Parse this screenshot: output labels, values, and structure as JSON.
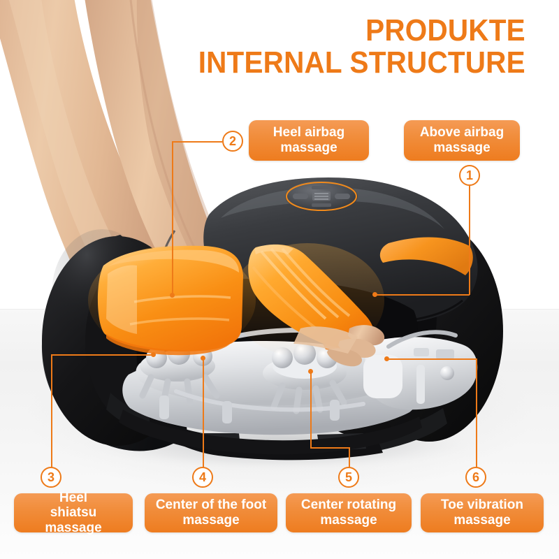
{
  "header": {
    "title_line1": "PRODUKTE",
    "title_line2": "INTERNAL STRUCTURE",
    "accent_color": "#ee7a18"
  },
  "colors": {
    "orange": "#ee7a18",
    "pill_top": "#f59b55",
    "pill_bottom": "#ee7c1f",
    "shell_black": "#1b1b1d",
    "airbag_orange": "#f79a1e",
    "mechanism_white": "#e9eaec",
    "skin": "#e3bb96",
    "background": "#ffffff",
    "floor": "#f2f2f2"
  },
  "callouts": [
    {
      "number": "1",
      "label_line1": "Above airbag",
      "label_line2": "massage",
      "position": "top-right"
    },
    {
      "number": "2",
      "label_line1": "Heel airbag",
      "label_line2": "massage",
      "position": "top-left"
    },
    {
      "number": "3",
      "label_line1": "Heel",
      "label_line2": "shiatsu massage",
      "position": "bottom"
    },
    {
      "number": "4",
      "label_line1": "Center of the foot",
      "label_line2": "massage",
      "position": "bottom"
    },
    {
      "number": "5",
      "label_line1": "Center rotating",
      "label_line2": "massage",
      "position": "bottom"
    },
    {
      "number": "6",
      "label_line1": "Toe vibration",
      "label_line2": "massage",
      "position": "bottom"
    }
  ],
  "product": {
    "name": "foot-massager-cutaway",
    "description": "Cutaway render of an electric foot massager showing internal structure with legs inserted",
    "control_panel": "elliptical control panel with orange ring"
  }
}
